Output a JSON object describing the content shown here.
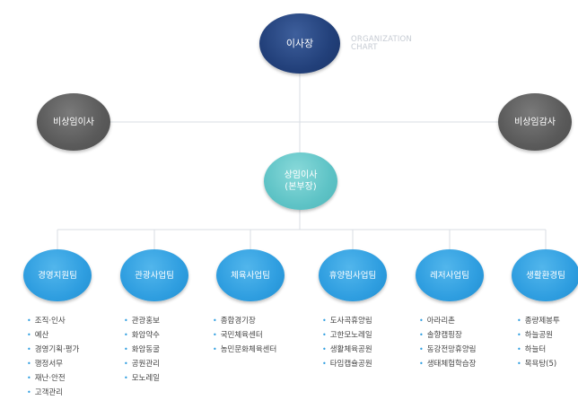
{
  "chart": {
    "chairman": "이사장",
    "caption": "ORGANIZATION\nCHART",
    "nonstanding_director": "비상임이사",
    "nonstanding_auditor": "비상임감사",
    "standing_director": "상임이사\n(본부장)"
  },
  "teams": [
    {
      "name": "경영지원팀",
      "items": [
        "조직·인사",
        "예산",
        "경영기획·평가",
        "행정서무",
        "재난·안전",
        "고객관리"
      ]
    },
    {
      "name": "관광사업팀",
      "items": [
        "관광홍보",
        "화암약수",
        "화암동굴",
        "공원관리",
        "모노레일"
      ]
    },
    {
      "name": "체육사업팀",
      "items": [
        "종합경기장",
        "국민체육센터",
        "농민문화체육센터"
      ]
    },
    {
      "name": "휴양림사업팀",
      "items": [
        "도사곡휴양림",
        "고한모노레일",
        "생활체육공원",
        "타임캡슐공원"
      ]
    },
    {
      "name": "레저사업팀",
      "items": [
        "아라리촌",
        "솔향캠핑장",
        "동강전망휴양림",
        "생태체험학습장"
      ]
    },
    {
      "name": "생활환경팀",
      "items": [
        "종량제봉투",
        "하늘공원",
        "하늘터",
        "목욕탕(5)"
      ]
    }
  ],
  "colors": {
    "chairman": "#22407a",
    "side": "#5a5a5a",
    "standing": "#5ec3c6",
    "team": "#2f9ee0",
    "line": "#d8dde3"
  }
}
